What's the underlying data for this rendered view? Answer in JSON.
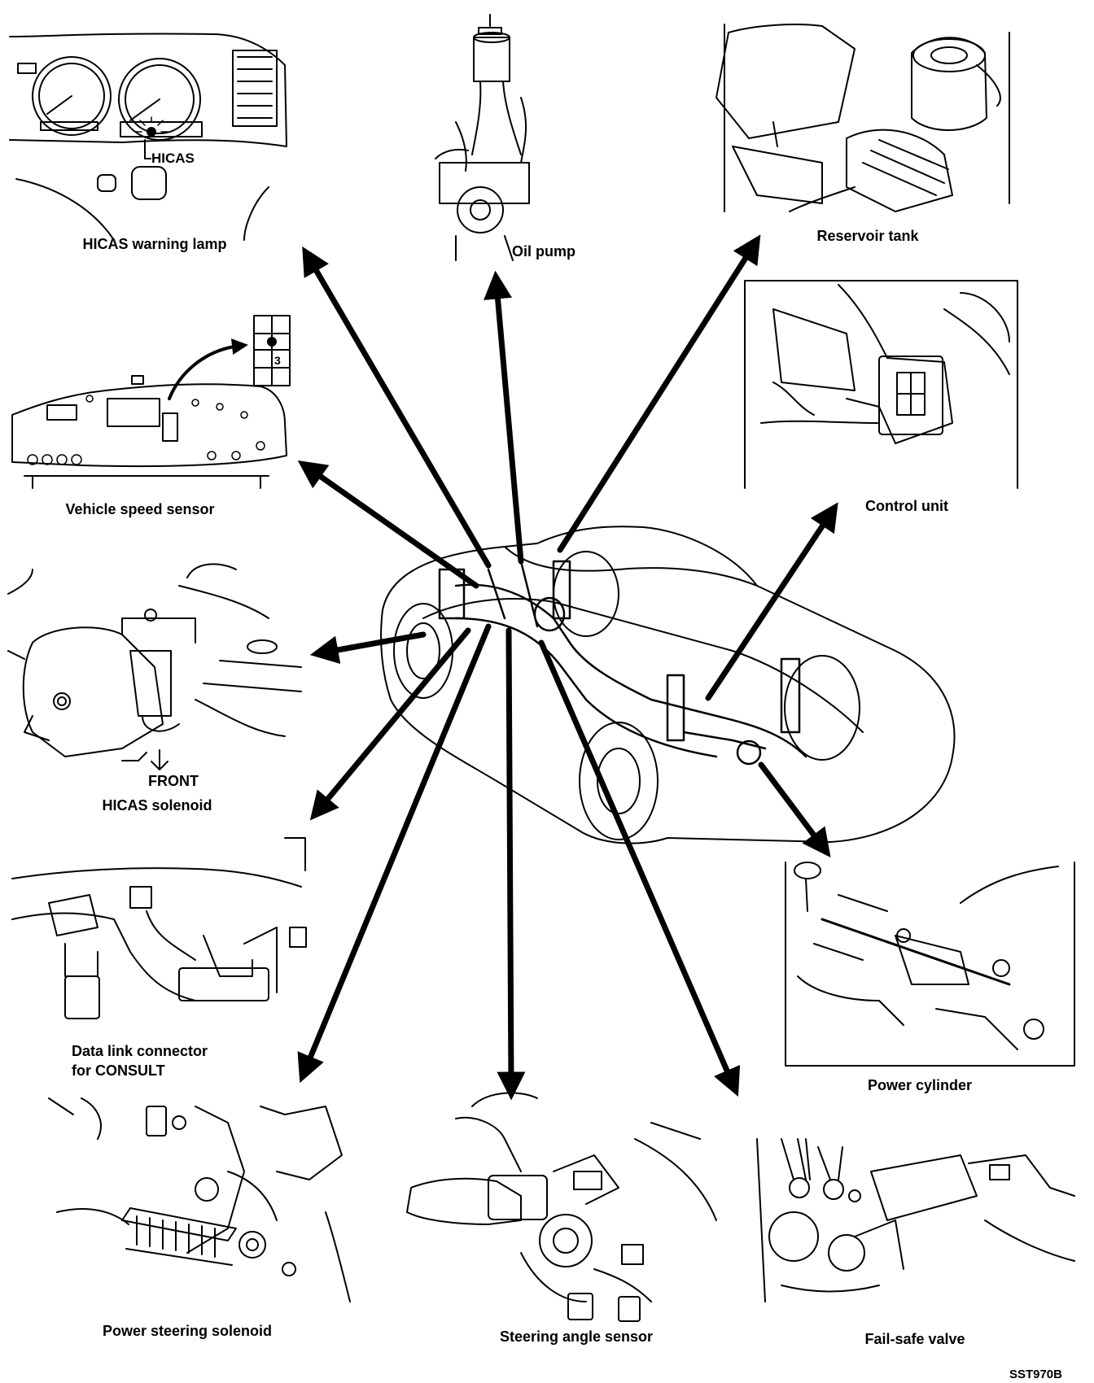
{
  "components": [
    {
      "id": "hicas_warning_lamp",
      "label": "HICAS warning lamp"
    },
    {
      "id": "oil_pump",
      "label": "Oil pump"
    },
    {
      "id": "reservoir_tank",
      "label": "Reservoir tank"
    },
    {
      "id": "control_unit",
      "label": "Control unit"
    },
    {
      "id": "vehicle_speed_sensor",
      "label": "Vehicle speed sensor"
    },
    {
      "id": "hicas_solenoid",
      "label": "HICAS solenoid"
    },
    {
      "id": "power_cylinder",
      "label": "Power cylinder"
    },
    {
      "id": "data_link_connector",
      "label_line1": "Data link connector",
      "label_line2": "for CONSULT"
    },
    {
      "id": "power_steering_solenoid",
      "label": "Power steering solenoid"
    },
    {
      "id": "steering_angle_sensor",
      "label": "Steering angle sensor"
    },
    {
      "id": "fail_safe_valve",
      "label": "Fail-safe valve"
    }
  ],
  "callouts": {
    "hicas_lamp_text": "HICAS",
    "front_text": "FRONT",
    "connector_pin_number": "3"
  },
  "figure_code": "SST970B"
}
